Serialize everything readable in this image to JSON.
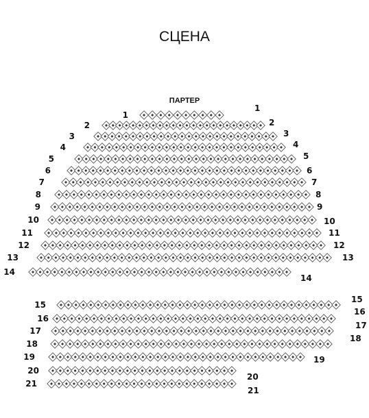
{
  "stage_label": "СЦЕНА",
  "hall_label": "ПАРТЕР",
  "colors": {
    "seat_border": "#555555",
    "seat_dot": "#3a3a3a",
    "text": "#111111"
  },
  "rows": [
    {
      "left": "1",
      "right": "1",
      "seats": 10
    },
    {
      "left": "2",
      "right": "2",
      "seats": 24
    },
    {
      "left": "3",
      "right": "3",
      "seats": 26
    },
    {
      "left": "4",
      "right": "4",
      "seats": 28
    },
    {
      "left": "5",
      "right": "5",
      "seats": 30
    },
    {
      "left": "6",
      "right": "6",
      "seats": 32
    },
    {
      "left": "7",
      "right": "7",
      "seats": 33
    },
    {
      "left": "8",
      "right": "8",
      "seats": 34
    },
    {
      "left": "9",
      "right": "9",
      "seats": 35
    },
    {
      "left": "10",
      "right": "10",
      "seats": 36
    },
    {
      "left": "11",
      "right": "11",
      "seats": 37
    },
    {
      "left": "12",
      "right": "12",
      "seats": 38
    },
    {
      "left": "13",
      "right": "13",
      "seats": 40
    },
    {
      "left": "14",
      "right": "14",
      "seats": 36
    },
    {
      "left": "15",
      "right": "15",
      "seats": 38
    },
    {
      "left": "16",
      "right": "16",
      "seats": 38
    },
    {
      "left": "17",
      "right": "17",
      "seats": 38
    },
    {
      "left": "18",
      "right": "18",
      "seats": 37
    },
    {
      "left": "19",
      "right": "19",
      "seats": 34
    },
    {
      "left": "20",
      "right": "20",
      "seats": 25
    },
    {
      "left": "21",
      "right": "21",
      "seats": 25
    }
  ]
}
